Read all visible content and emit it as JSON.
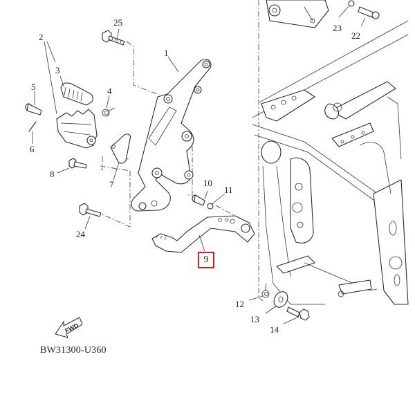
{
  "diagram": {
    "code": "BW31300-U360",
    "direction_marker": "FWD",
    "highlight_color": "#e8141b",
    "highlighted_part": "9",
    "callouts": [
      "1",
      "2",
      "3",
      "4",
      "5",
      "6",
      "7",
      "8",
      "9",
      "10",
      "11",
      "12",
      "13",
      "14",
      "22",
      "23",
      "24",
      "25"
    ]
  }
}
